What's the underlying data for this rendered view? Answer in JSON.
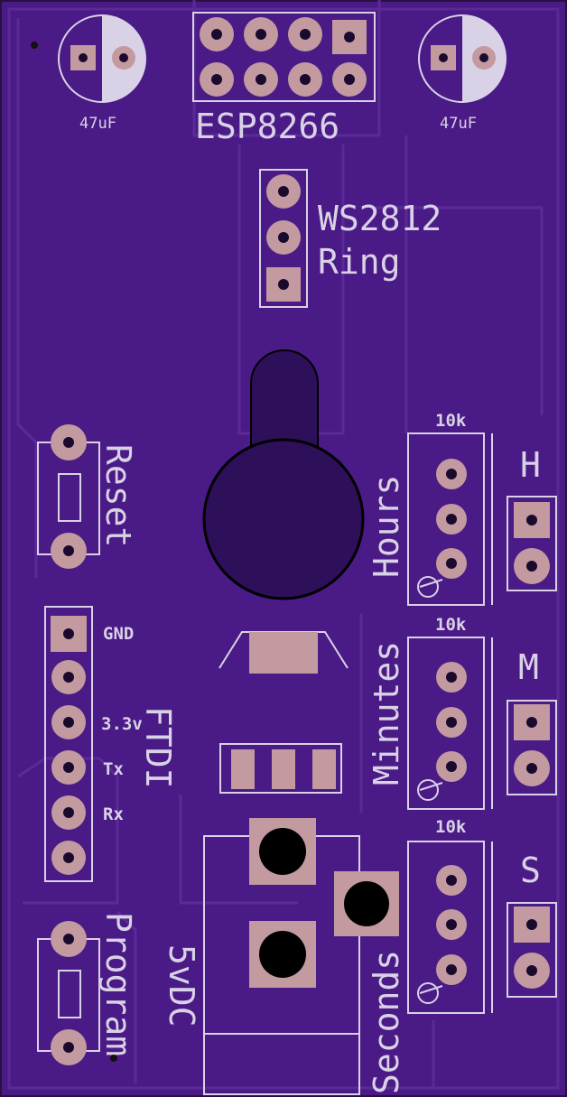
{
  "board": {
    "colors": {
      "background": "#4a1a86",
      "copper": "#55248f",
      "silkscreen": "#d9d2e6",
      "pad": "#c29aa0",
      "hole": "#1a0a2e",
      "outline": "#2a1040"
    }
  },
  "labels": {
    "cap_left": "47uF",
    "cap_right": "47uF",
    "esp": "ESP8266",
    "ws_line1": "WS2812",
    "ws_line2": "Ring",
    "reset": "Reset",
    "program": "Program",
    "gnd": "GND",
    "v33": "3.3v",
    "tx": "Tx",
    "rx": "Rx",
    "ftdi": "FTDI",
    "hours": "Hours",
    "minutes": "Minutes",
    "seconds": "Seconds",
    "pot1": "10k",
    "pot2": "10k",
    "pot3": "10k",
    "h": "H",
    "m": "M",
    "s": "S",
    "power": "5vDC"
  }
}
